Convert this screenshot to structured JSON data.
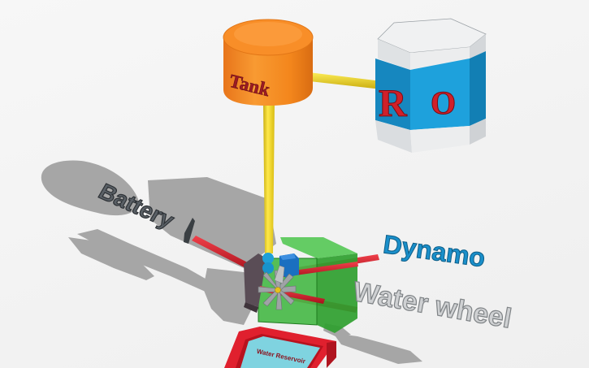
{
  "scene": {
    "type": "3d-design-view",
    "background_color": "#f4f4f4",
    "shadow_color": "#a8a8a8"
  },
  "objects": {
    "tank": {
      "label": "Tank",
      "body_color": "#f5891e",
      "text_color": "#9b1b24"
    },
    "ro": {
      "label_r": "R",
      "label_o": "O",
      "band_color": "#1c9ad6",
      "cap_color": "#e4e6e8",
      "text_color": "#d0202a"
    },
    "battery": {
      "label": "Battery",
      "color": "#4a4f54"
    },
    "dynamo": {
      "label": "Dynamo",
      "color": "#1487c2"
    },
    "water_wheel": {
      "label": "Water wheel",
      "color": "#a9acae"
    },
    "generator_box": {
      "color": "#3fb53f"
    },
    "water_reservoir": {
      "label": "Water Reservoir",
      "frame_color": "#e0202e",
      "water_color": "#7fd3e0",
      "text_color": "#8b1520"
    },
    "pipes": {
      "color": "#f2d51a"
    },
    "wires": {
      "color": "#d61f2c"
    }
  }
}
